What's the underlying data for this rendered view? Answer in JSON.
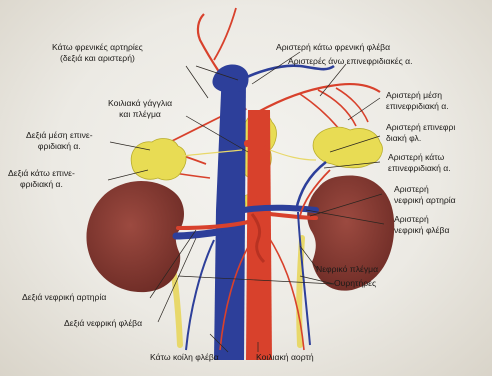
{
  "labels": {
    "inferior_phrenic_arteries": [
      "Κάτω φρενικές αρτηρίες",
      "(δεξιά και αριστερή)"
    ],
    "left_inferior_phrenic_vein": "Αριστερή κάτω φρενική φλέβα",
    "left_superior_adrenal": "Αριστερές άνω επινεφριδιακές α.",
    "celiac_ganglia": [
      "Κοιλιακά γάγγλια",
      "και πλέγμα"
    ],
    "left_middle_adrenal": [
      "Αριστερή μέση",
      "επινεφριδιακή α."
    ],
    "left_adrenal_vein": [
      "Αριστερή   επινεφρι",
      "διακή φλ."
    ],
    "right_middle_adrenal": [
      "Δεξιά μέση επινε-",
      "φριδιακή α."
    ],
    "left_inferior_adrenal": [
      "Αριστερή   κάτω",
      "επινεφριδιακή α."
    ],
    "right_inferior_adrenal": [
      "Δεξιά κάτω  επινε-",
      "φριδιακή α."
    ],
    "left_renal_artery": [
      "Αριστερή",
      "νεφρική αρτηρία"
    ],
    "left_renal_vein": [
      "Αριστερή",
      "νεφρική φλέβα"
    ],
    "renal_plexus": "Νεφρικό πλέγμα",
    "ureters": "Ουρητήρες",
    "right_renal_artery": "Δεξιά νεφρική αρτηρία",
    "right_renal_vein": "Δεξιά νεφρική φλέβα",
    "inferior_vena_cava": "Κάτω κοίλη φλέβα",
    "abdominal_aorta": "Κοιλιακή αορτή"
  },
  "colors": {
    "kidney": "#8a3a32",
    "adrenal": "#e8dc54",
    "vein": "#2d3f9a",
    "artery": "#d8412c",
    "ureter": "#e8d86a",
    "leader": "#2a2520"
  }
}
